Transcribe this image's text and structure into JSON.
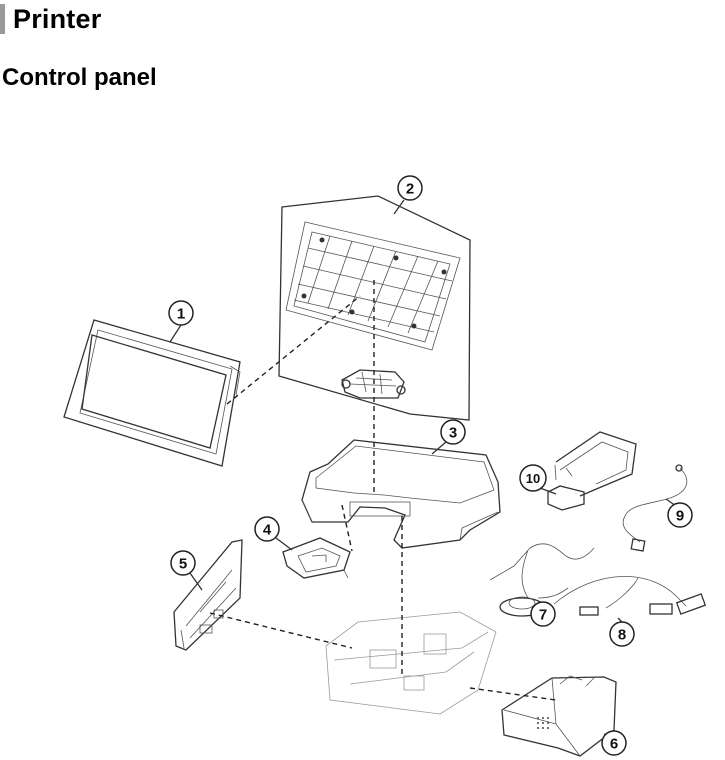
{
  "header": {
    "title": "Printer",
    "subtitle": "Control panel"
  },
  "callouts": [
    "1",
    "2",
    "3",
    "4",
    "5",
    "6",
    "7",
    "8",
    "9",
    "10"
  ]
}
